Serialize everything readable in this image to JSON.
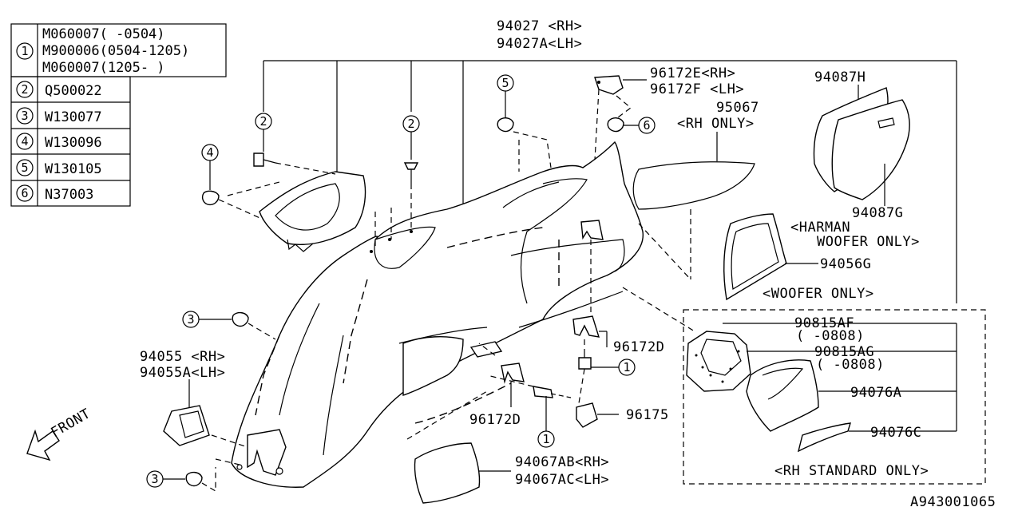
{
  "legend": {
    "rows": [
      {
        "num": "1",
        "codes": [
          "M060007(  -0504)",
          "M900006(0504-1205)",
          "M060007(1205-  )"
        ]
      },
      {
        "num": "2",
        "codes": [
          "Q500022"
        ]
      },
      {
        "num": "3",
        "codes": [
          "W130077"
        ]
      },
      {
        "num": "4",
        "codes": [
          "W130096"
        ]
      },
      {
        "num": "5",
        "codes": [
          "W130105"
        ]
      },
      {
        "num": "6",
        "codes": [
          "N37003"
        ]
      }
    ]
  },
  "labels": {
    "p94027": "94027 <RH>",
    "p94027a": "94027A<LH>",
    "p96172e": "96172E<RH>",
    "p96172f": "96172F <LH>",
    "p95067": "95067",
    "p95067_note": "<RH ONLY>",
    "p94087h": "94087H",
    "p94087g": "94087G",
    "harman_note_1": "<HARMAN",
    "harman_note_2": "WOOFER ONLY>",
    "p94056g": "94056G",
    "woofer_note": "<WOOFER ONLY>",
    "p90815af": "90815AF",
    "p90815af_date": "(  -0808)",
    "p90815ag": "90815AG",
    "p90815ag_date": "(  -0808)",
    "p94076a": "94076A",
    "p94076c": "94076C",
    "rh_standard_note": "<RH STANDARD ONLY>",
    "p96172d_right": "96172D",
    "p96172d_left": "96172D",
    "p96175": "96175",
    "p94055": "94055 <RH>",
    "p94055a": "94055A<LH>",
    "p94067ab": "94067AB<RH>",
    "p94067ac": "94067AC<LH>",
    "front": "FRONT",
    "diagram_id": "A943001065"
  },
  "callouts": {
    "c1_a": "1",
    "c1_b": "1",
    "c2_a": "2",
    "c2_b": "2",
    "c3_a": "3",
    "c3_b": "3",
    "c4": "4",
    "c5": "5",
    "c6": "6"
  }
}
